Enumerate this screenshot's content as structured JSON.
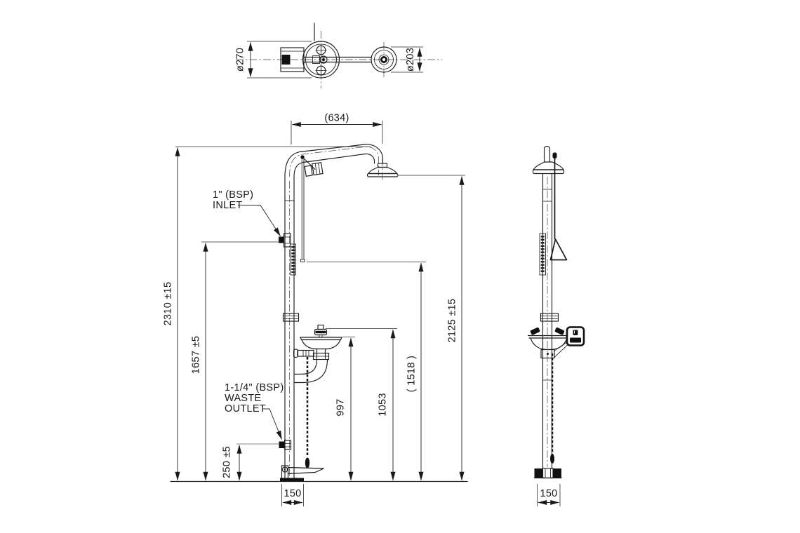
{
  "drawing": {
    "type": "technical-dimension-drawing",
    "subject": "combination emergency safety shower and eyewash unit (plan, front elevation, side elevation)",
    "units_note": "mm",
    "colors": {
      "line": "#1a1a1a",
      "dim_text": "#1a1a1a",
      "gray_reference": "#8a8a8a",
      "background": "#ffffff"
    },
    "views": {
      "top": {
        "bowl_diameter": "ø270",
        "head_diameter": "ø203"
      },
      "front": {
        "arm_reach": "(634)",
        "overall_height": "2310 ±15",
        "inlet_height": "1657 ±5",
        "showerhead_height": "2125 ±15",
        "pull_rod_height": "( 1518 )",
        "bowl_rim_height": "997",
        "eyewash_head_height": "1053",
        "waste_outlet_height": "250 ±5",
        "base_width": "150",
        "inlet_label": [
          "1\" (BSP)",
          "INLET"
        ],
        "waste_label": [
          "1-1/4\" (BSP)",
          "WASTE",
          "OUTLET"
        ]
      },
      "side": {
        "base_width": "150"
      }
    }
  }
}
